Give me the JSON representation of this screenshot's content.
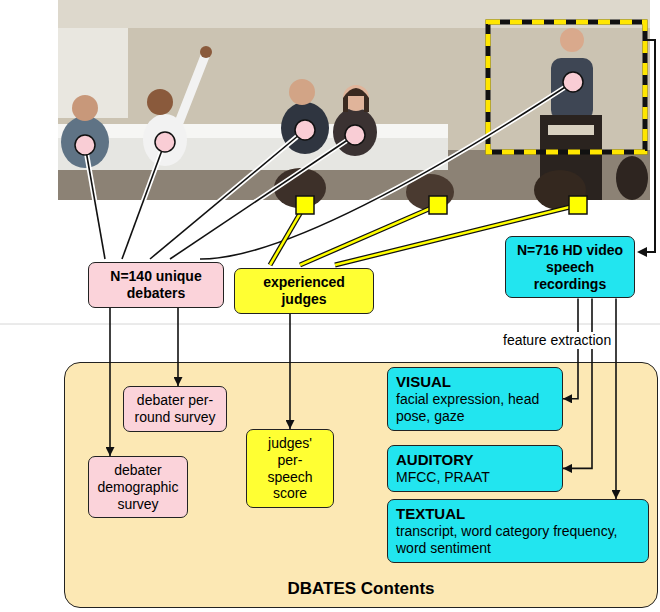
{
  "diagram": {
    "nodes": [
      {
        "text": [
          "N=140 unique debaters"
        ]
      },
      {
        "text": [
          "experienced judges"
        ]
      },
      {
        "text": [
          "N=716 HD video speech recordings"
        ]
      },
      {
        "text": [
          "DBATES Contents"
        ]
      },
      {
        "text": [
          "debater per-round survey"
        ],
        "in": 3
      },
      {
        "text": [
          "debater demographic survey"
        ],
        "in": 3
      },
      {
        "text": [
          "judges' per-speech score"
        ],
        "in": 3
      },
      {
        "text": [
          "VISUAL",
          "facial expression, head pose, gaze"
        ],
        "in": 3
      },
      {
        "text": [
          "AUDITORY",
          "MFCC, PRAAT"
        ],
        "in": 3
      },
      {
        "text": [
          "TEXTUAL",
          "transcript, word category frequency, word sentiment"
        ],
        "in": 3
      }
    ],
    "edges": [
      {
        "from": 0,
        "to": 4,
        "arrow": "to"
      },
      {
        "from": 0,
        "to": 5,
        "arrow": "to"
      },
      {
        "from": 1,
        "to": 6,
        "arrow": "to"
      },
      {
        "from": 2,
        "to": 7,
        "arrow": "to"
      },
      {
        "from": 2,
        "to": 8,
        "arrow": "to"
      },
      {
        "from": 2,
        "to": 9,
        "arrow": "to"
      }
    ],
    "labels": [
      "feature extraction"
    ]
  }
}
